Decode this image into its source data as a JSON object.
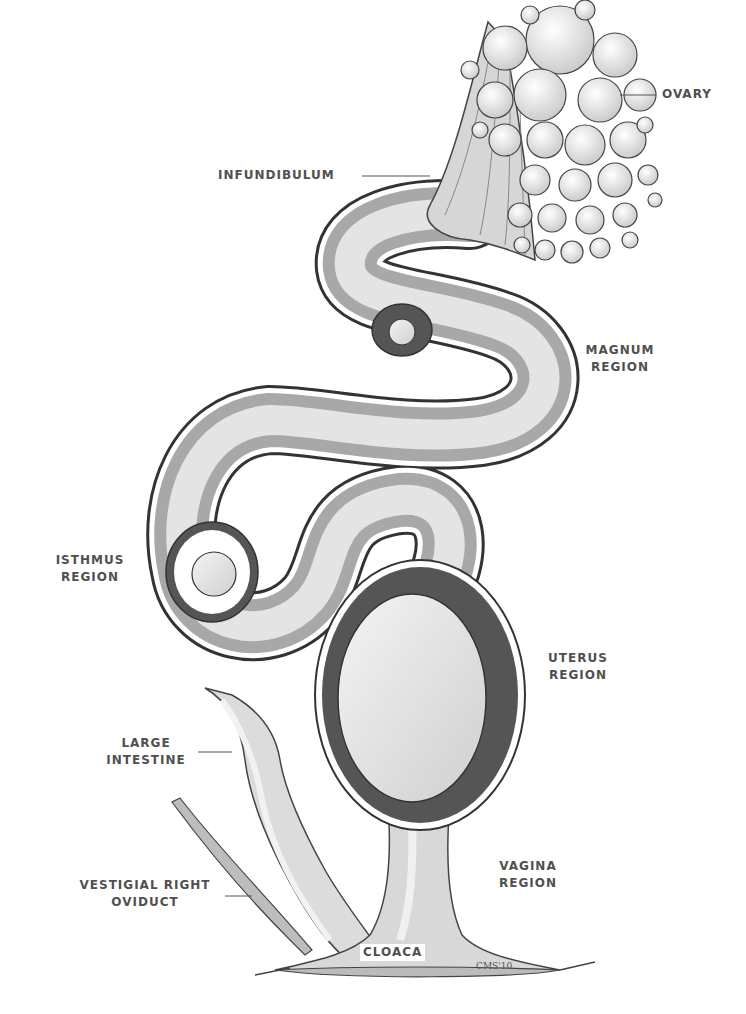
{
  "diagram": {
    "labels": [
      "OVARY",
      "INFUNDIBULUM",
      "MAGNUM REGION",
      "ISTHMUS REGION",
      "UTERUS REGION",
      "LARGE INTESTINE",
      "VESTIGIAL RIGHT OVIDUCT",
      "VAGINA REGION",
      "CLOACA",
      "CMS'10"
    ]
  }
}
